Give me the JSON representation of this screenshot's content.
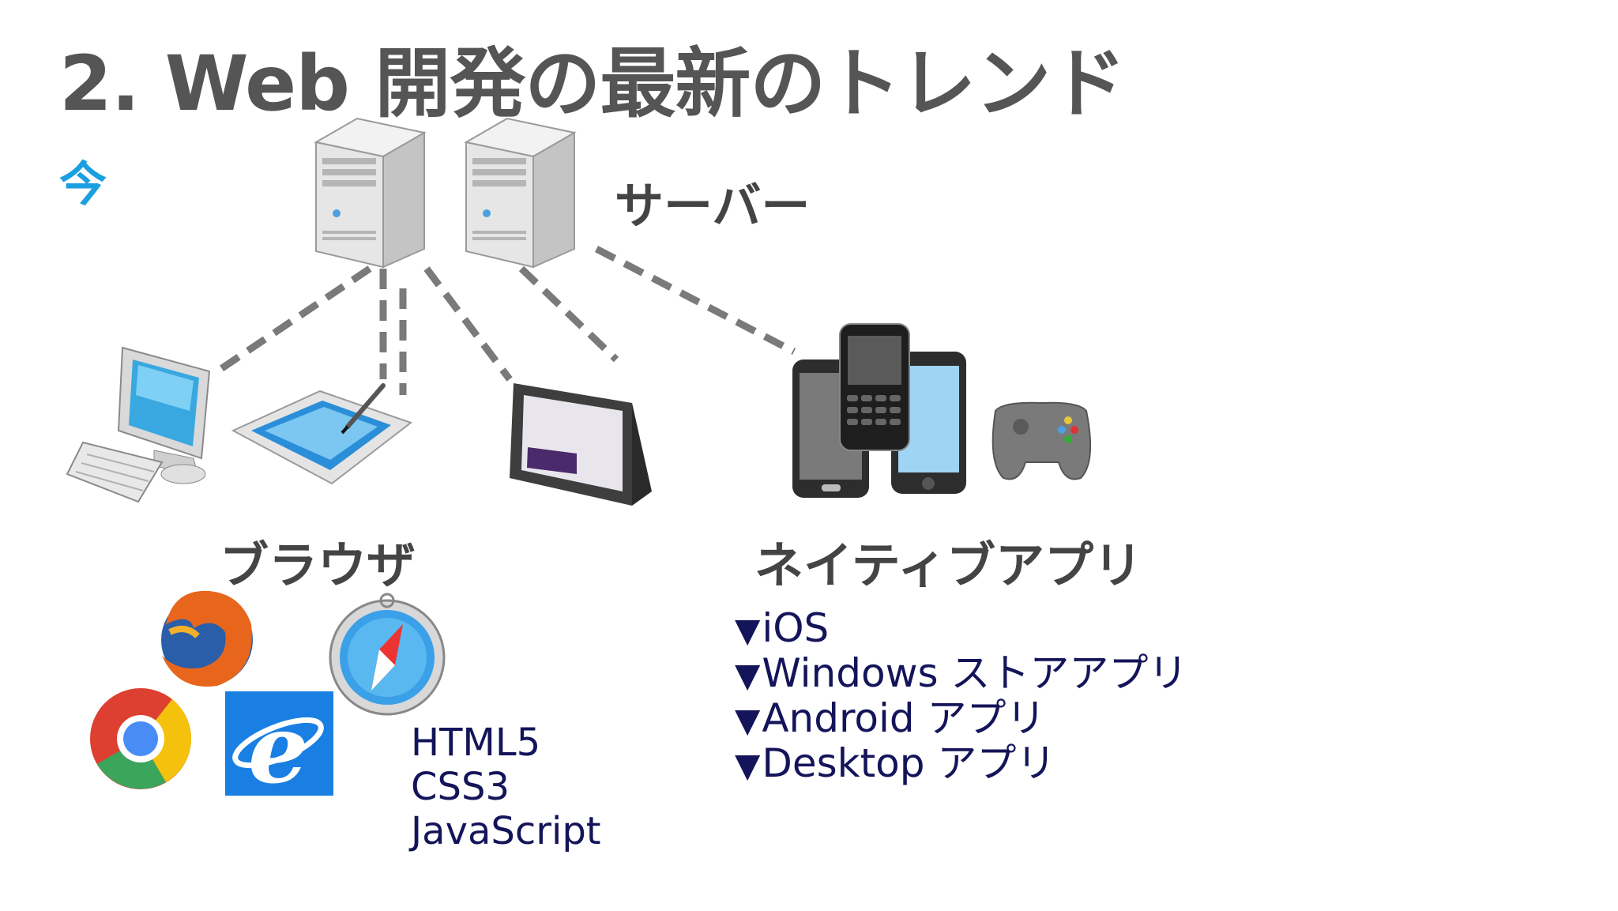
{
  "title": "2.  Web 開発の最新のトレンド",
  "section_label": "今",
  "server_label": "サーバー",
  "browser_label": "ブラウザ",
  "native_label": "ネイティブアプリ",
  "browser_tech": [
    "HTML5",
    "CSS3",
    "JavaScript"
  ],
  "native_platforms": [
    "iOS",
    "Windows ストアアプリ",
    "Android アプリ",
    "Desktop アプリ"
  ],
  "bullet_marker": "▼",
  "icons": [
    "server-icon",
    "desktop-pc-icon",
    "pen-tablet-icon",
    "slate-tablet-icon",
    "smartphones-icon",
    "gamepad-icon",
    "firefox-icon",
    "safari-icon",
    "chrome-icon",
    "ie-icon"
  ],
  "colors": {
    "title": "#555555",
    "accent": "#1a9fe0",
    "list_text": "#14145a",
    "connector": "#7a7a7a"
  }
}
